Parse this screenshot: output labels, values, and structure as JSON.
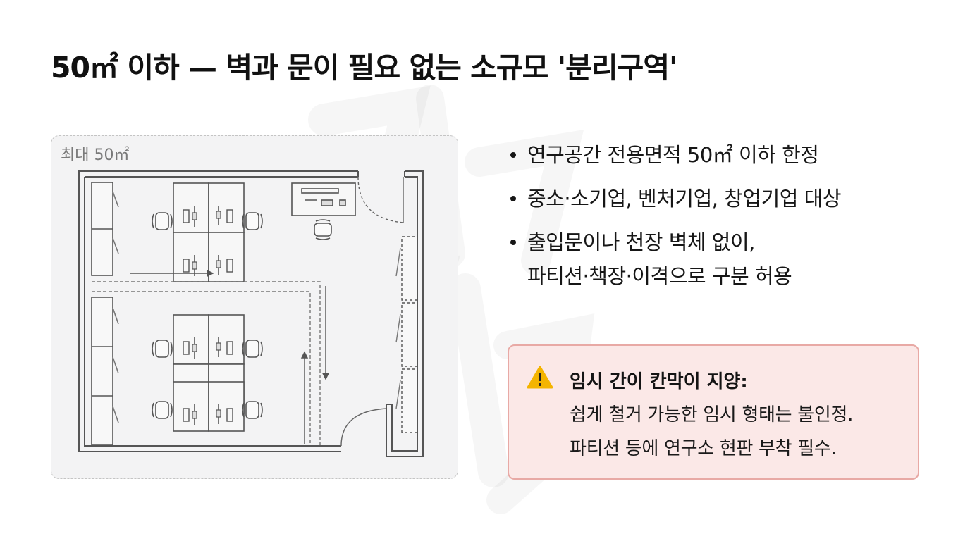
{
  "title": "50㎡ 이하 — 벽과 문이 필요 없는 소규모 '분리구역'",
  "floor_plan": {
    "label": "최대 50㎡"
  },
  "bullets": [
    {
      "lines": [
        "연구공간 전용면적 50㎡ 이하 한정"
      ]
    },
    {
      "lines": [
        "중소·소기업, 벤처기업, 창업기업 대상"
      ]
    },
    {
      "lines": [
        "출입문이나 천장 벽체 없이,",
        "파티션·책장·이격으로 구분 허용"
      ]
    }
  ],
  "warning": {
    "icon": "warning-triangle-icon",
    "title": "임시 간이 칸막이 지양:",
    "lines": [
      "쉽게 철거 가능한 임시 형태는 불인정.",
      "파티션 등에 연구소 현판 부착 필수."
    ]
  },
  "colors": {
    "warning_bg": "#fbe8e7",
    "warning_border": "#e8a9a5",
    "warning_icon": "#f4b400",
    "plan_bg": "#f3f3f4"
  }
}
